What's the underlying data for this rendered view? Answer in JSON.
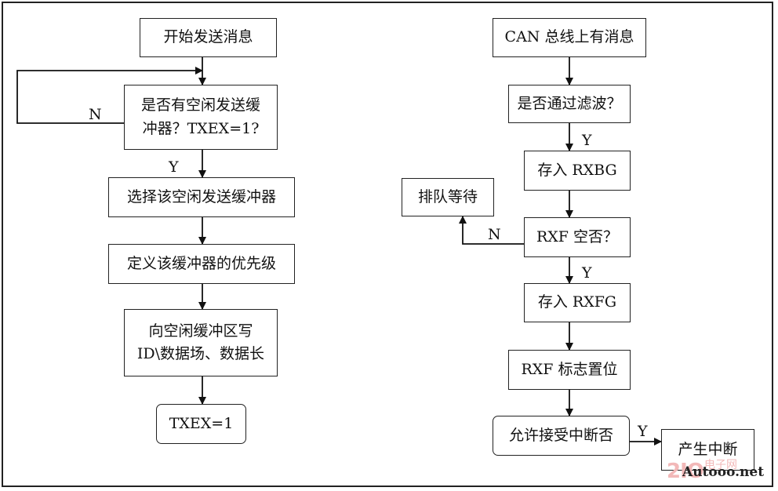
{
  "left_flow": {
    "start": "开始发送消息",
    "check": "是否有空闲发送缓\n冲器？TXEX=1?",
    "select": "选择该空闲发送缓冲器",
    "priority": "定义该缓冲器的优先级",
    "write": "向空闲缓冲区写\nID\\数据场、数据长",
    "done": "TXEX=1",
    "label_n": "N",
    "label_y": "Y"
  },
  "right_flow": {
    "start": "CAN 总线上有消息",
    "filter": "是否通过滤波？",
    "store_rxbg": "存入 RXBG",
    "queue": "排队等待",
    "rxf_empty": "RXF 空否？",
    "store_rxfg": "存入 RXFG",
    "rxf_flag": "RXF 标志置位",
    "allow_int": "允许接受中断否",
    "gen_int": "产生中断",
    "label_y1": "Y",
    "label_n": "N",
    "label_y2": "Y",
    "label_y3": "Y"
  },
  "watermark": {
    "digits": "2IO",
    "cn": "电子网",
    "site": "Autooo.net"
  }
}
